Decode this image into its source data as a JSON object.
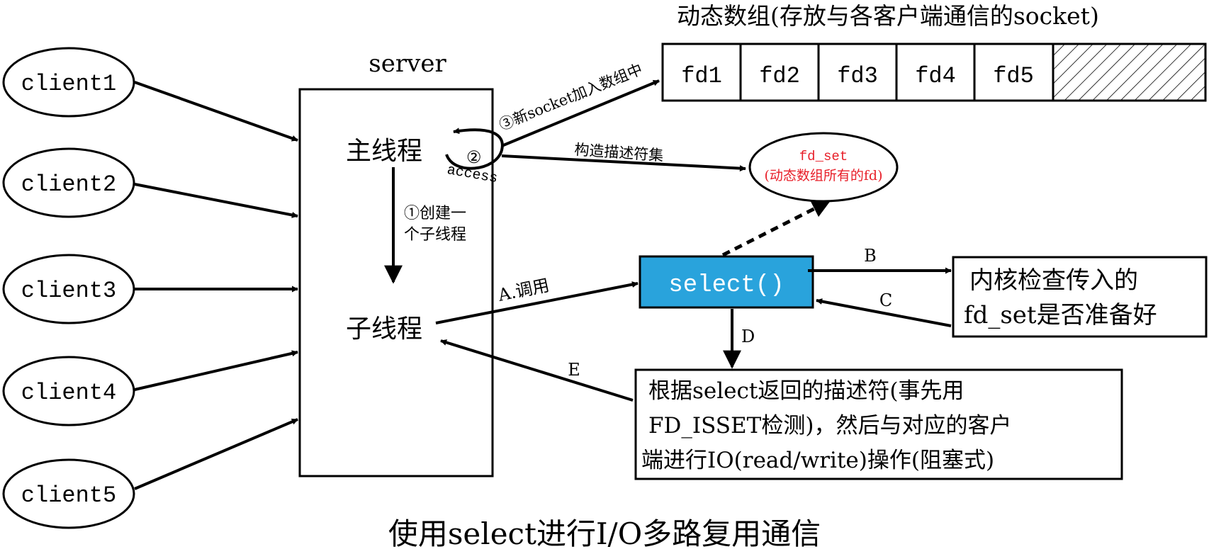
{
  "title": "使用select进行I/O多路复用通信",
  "server": {
    "label": "server",
    "main_thread": "主线程",
    "child_thread": "子线程",
    "create_child_line1": "①创建一",
    "create_child_line2": "个子线程",
    "access_circle": "②",
    "access_label": "access"
  },
  "clients": [
    "client1",
    "client2",
    "client3",
    "client4",
    "client5"
  ],
  "dynamic_array": {
    "title": "动态数组(存放与各客户端通信的socket)",
    "cells": [
      "fd1",
      "fd2",
      "fd3",
      "fd4",
      "fd5"
    ],
    "add_socket_label": "③新socket加入数组中"
  },
  "fd_set": {
    "line1": "fd_set",
    "line2": "(动态数组所有的fd)",
    "construct_label": "构造描述符集",
    "color": "#e8202a"
  },
  "select": {
    "label": "select()",
    "color": "#29a3dc",
    "call_label": "A.调用"
  },
  "kernel": {
    "line1": "内核检查传入的",
    "line2": "fd_set是否准备好",
    "b_label": "B",
    "c_label": "C"
  },
  "result": {
    "line1": "根据select返回的描述符(事先用",
    "line2": "FD_ISSET检测)，然后与对应的客户",
    "line3": "端进行IO(read/write)操作(阻塞式)",
    "d_label": "D",
    "e_label": "E"
  }
}
